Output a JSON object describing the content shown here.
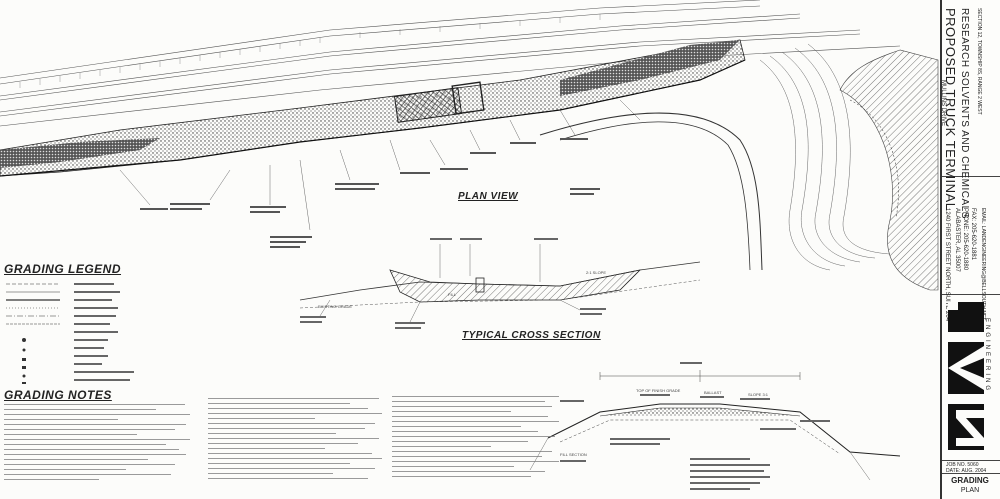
{
  "labels": {
    "plan_view": "PLAN VIEW",
    "typical_cross_section": "TYPICAL CROSS SECTION",
    "grading_legend": "GRADING LEGEND",
    "grading_notes": "GRADING NOTES"
  },
  "title_block": {
    "project": "PROPOSED TRUCK TERMINAL",
    "project_sub": "MULLINS DRIVE",
    "client": "RESEARCH SOLVENTS AND CHEMICALS",
    "location": "SECTION 12, TOWNSHIP 8S, RANGE 2 WEST",
    "address": "1240 FIRST STREET NORTH, SUITE 204",
    "city": "ALABASTER, AL 35007",
    "phone": "PHONE: 205-620-1880",
    "fax": "FAX: 205-620-1881",
    "email": "EMAIL: LANDENGINEERING@BELLSOUTH.NET",
    "firm_suffix": "ENGINEERING",
    "job_no": "JOB NO. 5060",
    "date": "DATE: AUG. 2004",
    "sheet_title": "GRADING",
    "sheet_subtitle": "PLAN"
  },
  "cross_section": {
    "label_existing": "EXISTING GRADE",
    "label_fill": "FILL",
    "label_slope": "2:1 SLOPE"
  },
  "detail": {
    "label_fill": "FILL SECTION",
    "label_grade": "TOP OF FINISH GRADE",
    "label_ballast": "BALLAST",
    "label_slope": "SLOPE 3:1"
  }
}
